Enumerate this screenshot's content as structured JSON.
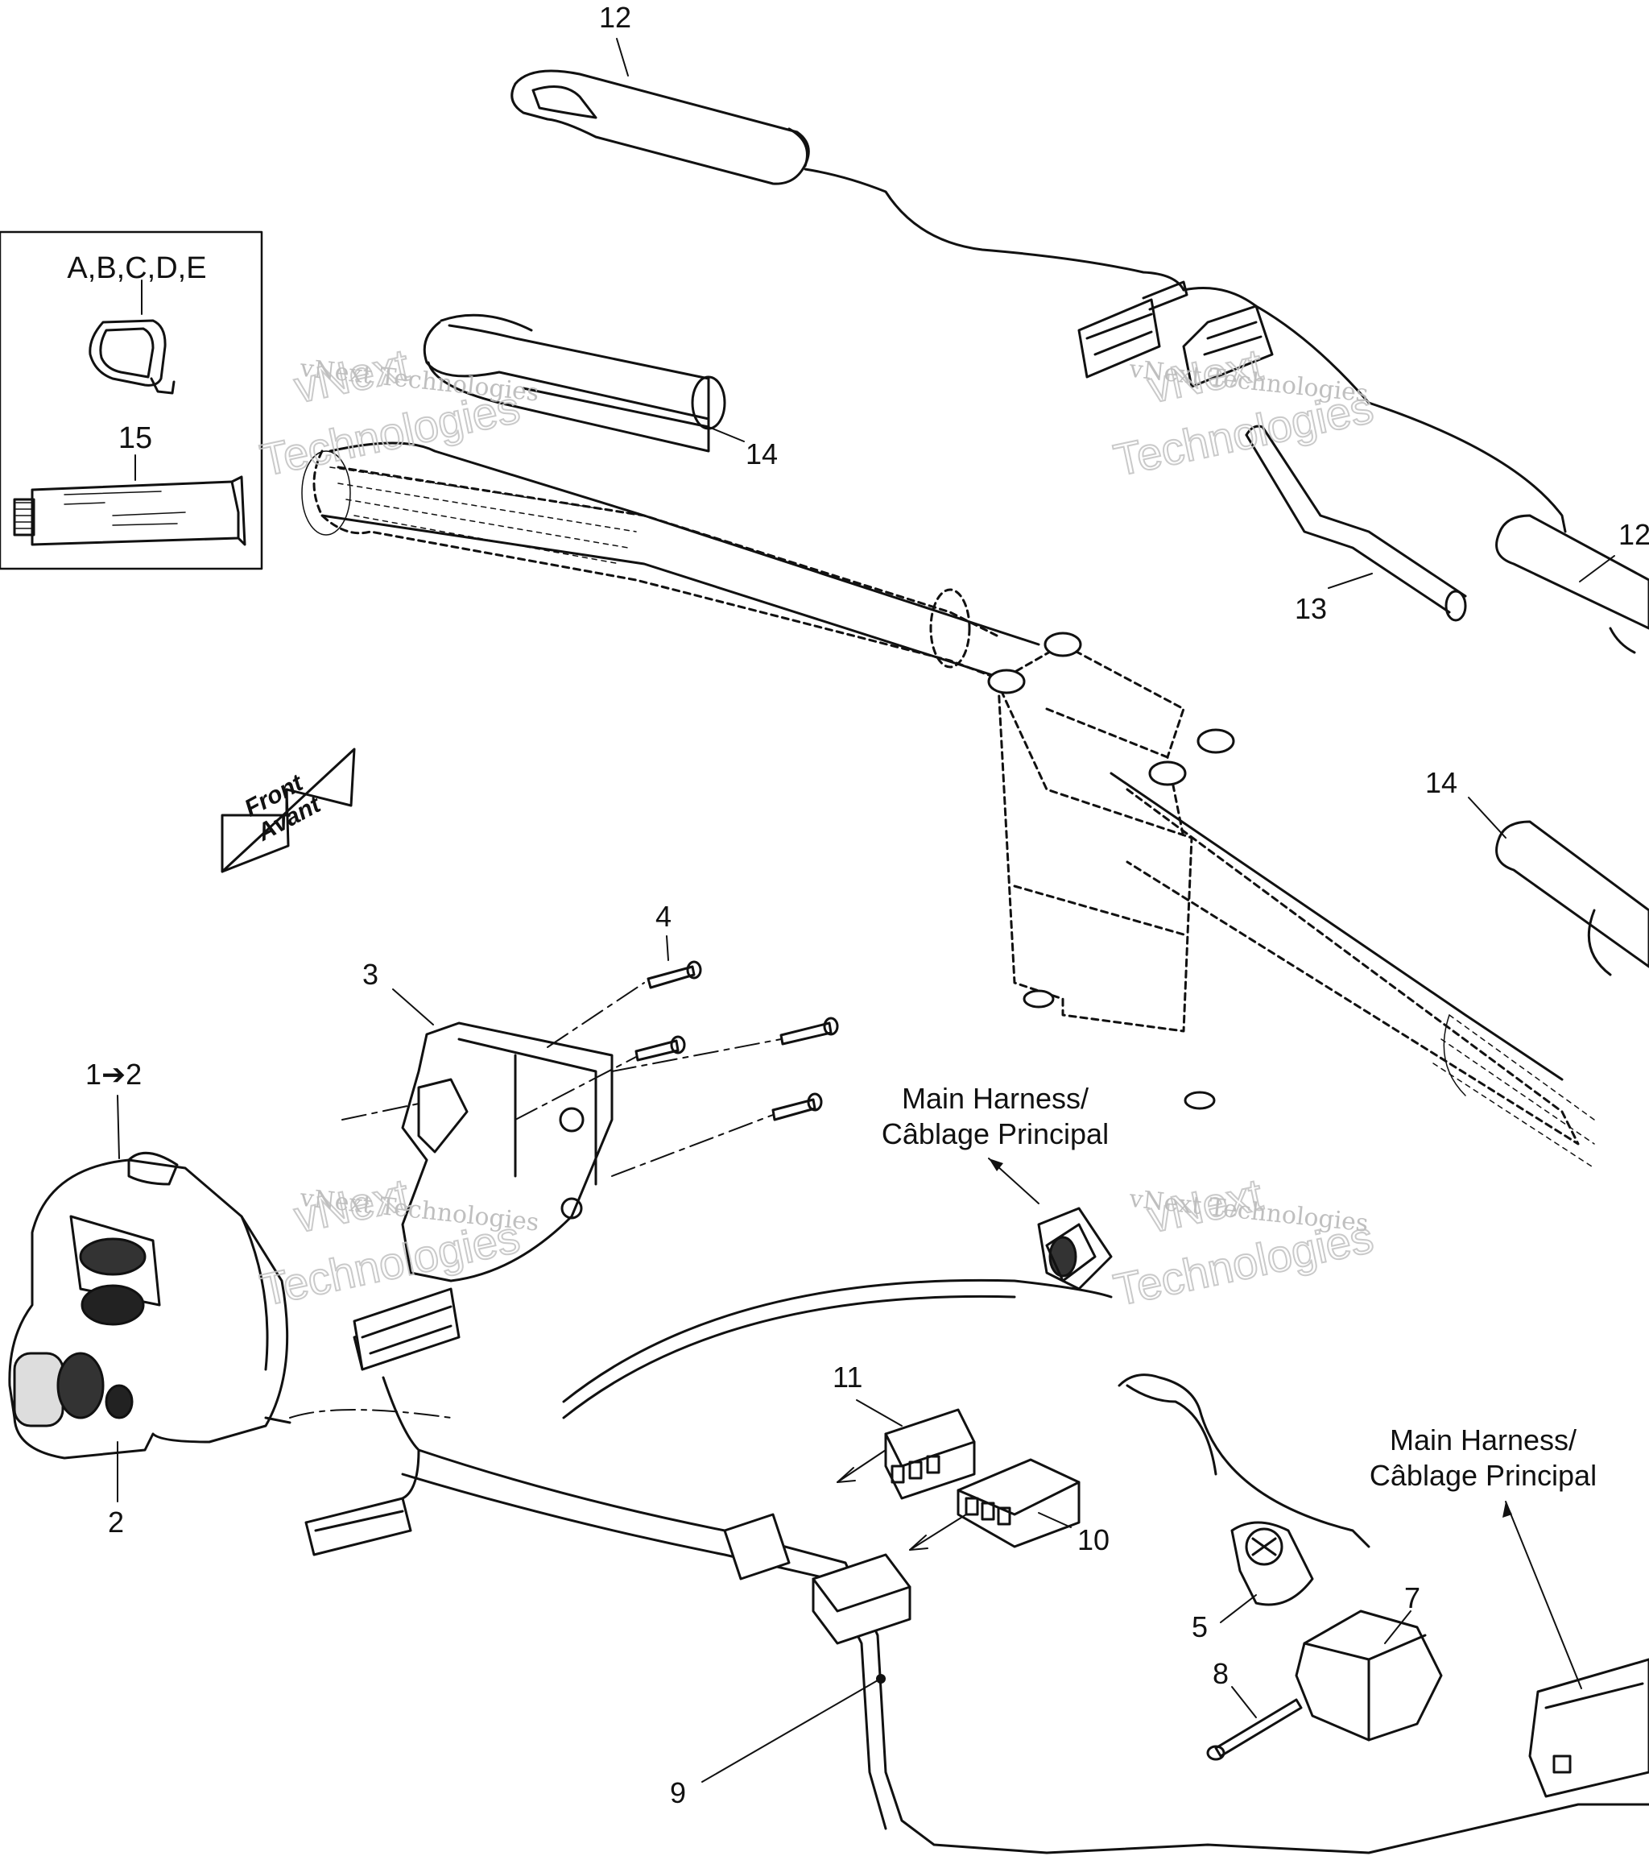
{
  "kit_box": {
    "codes": "A,B,C,D,E",
    "tube_number": "15"
  },
  "direction_arrow": {
    "line1": "Front",
    "line2": "Avant"
  },
  "harness_labels": [
    {
      "line1": "Main Harness/",
      "line2": "Câblage Principal"
    },
    {
      "line1": "Main Harness/",
      "line2": "Câblage Principal"
    }
  ],
  "callouts": {
    "c12_top": "12",
    "c12_right": "12",
    "c14_top": "14",
    "c14_right": "14",
    "c13": "13",
    "c4": "4",
    "c3": "3",
    "c1_2": "1➔2",
    "c2": "2",
    "c11": "11",
    "c10": "10",
    "c9": "9",
    "c5": "5",
    "c7": "7",
    "c8": "8"
  },
  "watermark": {
    "line1": "vNext Technologies",
    "outline1": "vNext",
    "outline2": "Technologies"
  }
}
